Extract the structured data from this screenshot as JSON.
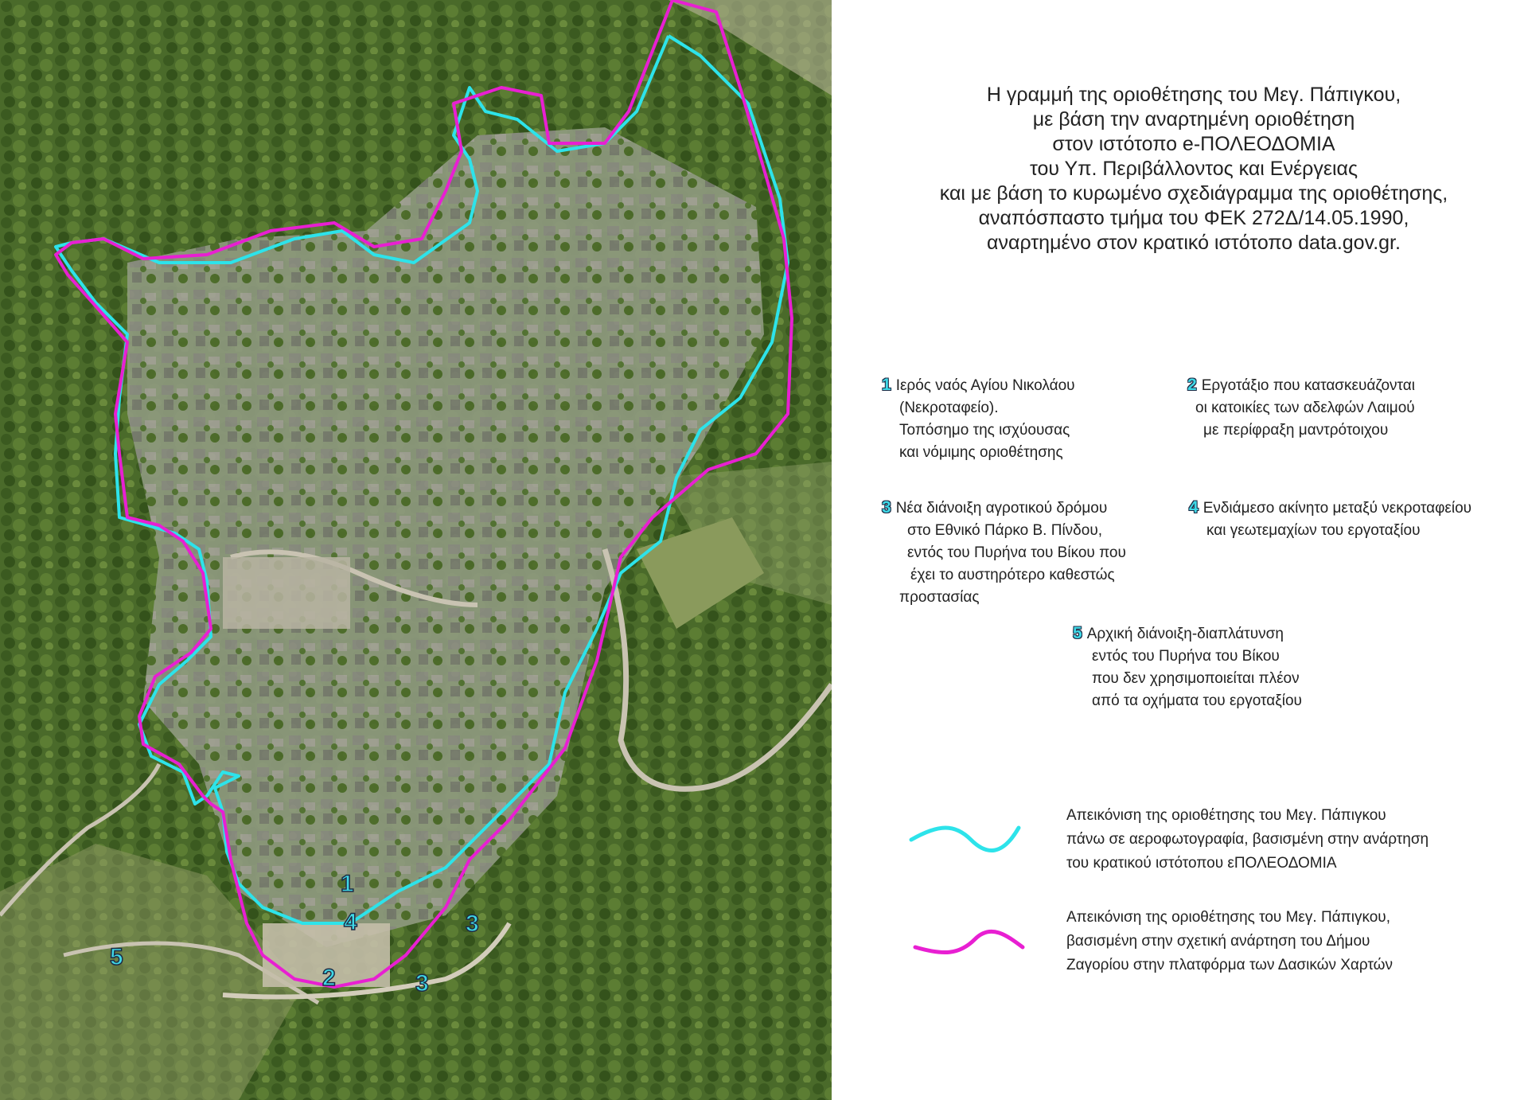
{
  "title_lines": [
    "Η γραμμή της οριοθέτησης του Μεγ. Πάπιγκου,",
    "με βάση την αναρτημένη οριοθέτηση",
    "στον ιστότοπο e-ΠΟΛΕΟΔΟΜΙΑ",
    "του Υπ. Περιβάλλοντος και Ενέργειας",
    "και με βάση το κυρωμένο σχεδιάγραμμα της οριοθέτησης,",
    "αναπόσπαστο τμήμα του ΦΕΚ 272Δ/14.05.1990,",
    "αναρτημένο στον κρατικό ιστότοπο data.gov.gr."
  ],
  "legend": [
    {
      "num": "1",
      "lines": [
        "Ιερός ναός Αγίου Νικολάου",
        "(Νεκροταφείο).",
        "Τοπόσημο της ισχύουσας",
        "και νόμιμης οριοθέτησης"
      ]
    },
    {
      "num": "2",
      "lines": [
        "Εργοτάξιο που κατασκευάζονται",
        "οι κατοικίες των αδελφών Λαιμού",
        "με περίφραξη μαντρότοιχου"
      ]
    },
    {
      "num": "3",
      "lines": [
        "Νέα διάνοιξη αγροτικού δρόμου",
        "στο Εθνικό Πάρκο Β. Πίνδου,",
        "εντός του Πυρήνα του Βίκου που",
        "έχει το αυστηρότερο καθεστώς",
        "προστασίας"
      ]
    },
    {
      "num": "4",
      "lines": [
        "Ενδιάμεσο ακίνητο μεταξύ νεκροταφείου",
        "και γεωτεμαχίων του εργοταξίου"
      ]
    },
    {
      "num": "5",
      "lines": [
        "Αρχική διάνοιξη-διαπλάτυνση",
        "εντός του Πυρήνα του Βίκου",
        "που δεν χρησιμοποιείται πλέον",
        "από τα οχήματα του εργοταξίου"
      ]
    }
  ],
  "line_legend": [
    {
      "color": "#2de3ea",
      "lines": [
        "Απεικόνιση της οριοθέτησης του Μεγ. Πάπιγκου",
        "πάνω σε αεροφωτογραφία, βασισμένη στην ανάρτηση",
        "του κρατικού ιστότοπου εΠΟΛΕΟΔΟΜΙΑ"
      ]
    },
    {
      "color": "#e81fd2",
      "lines": [
        "Απεικόνιση της οριοθέτησης του Μεγ. Πάπιγκου,",
        "βασισμένη στην σχετική ανάρτηση του Δήμου",
        "Ζαγορίου στην πλατφόρμα των Δασικών Χαρτών"
      ]
    }
  ],
  "map_markers": [
    "1",
    "4",
    "3",
    "2",
    "3",
    "5"
  ],
  "colors": {
    "cyan_line": "#2de3ea",
    "magenta_line": "#e81fd2",
    "marker_fill": "#3fd8e6",
    "marker_stroke": "#1d2a44"
  }
}
